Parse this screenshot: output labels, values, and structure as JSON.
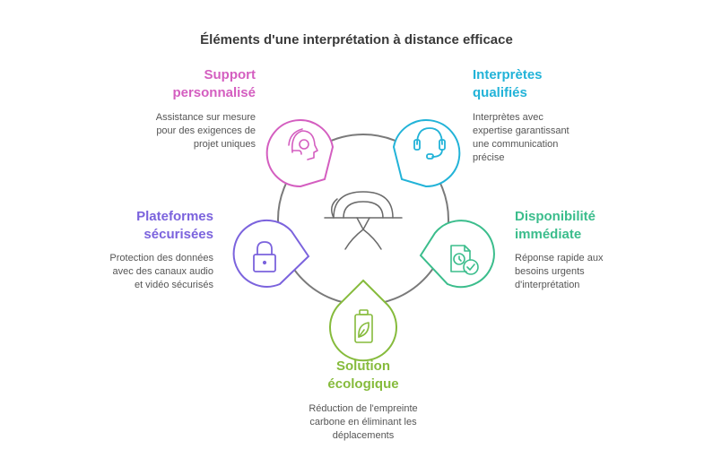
{
  "title": "Éléments d'une interprétation à distance efficace",
  "colors": {
    "pink": "#d45ec0",
    "cyan": "#22b3d8",
    "green": "#3bbd8c",
    "lime": "#86bb3c",
    "purple": "#7b63dd",
    "ring": "#7a7a7a"
  },
  "center_icon": "webcam-monitor-icon",
  "items": [
    {
      "key": "support",
      "heading": [
        "Support",
        "personnalisé"
      ],
      "description": [
        "Assistance sur mesure",
        "pour des exigences de",
        "projet uniques"
      ],
      "icon": "support-agent-icon",
      "color": "pink"
    },
    {
      "key": "interpreters",
      "heading": [
        "Interprètes",
        "qualifiés"
      ],
      "description": [
        "Interprètes avec",
        "expertise garantissant",
        "une communication",
        "précise"
      ],
      "icon": "headset-icon",
      "color": "cyan"
    },
    {
      "key": "availability",
      "heading": [
        "Disponibilité",
        "immédiate"
      ],
      "description": [
        "Réponse rapide aux",
        "besoins urgents",
        "d'interprétation"
      ],
      "icon": "document-clock-check-icon",
      "color": "green"
    },
    {
      "key": "eco",
      "heading": [
        "Solution",
        "écologique"
      ],
      "description": [
        "Réduction de l'empreinte",
        "carbone en éliminant les",
        "déplacements"
      ],
      "icon": "eco-battery-icon",
      "color": "lime"
    },
    {
      "key": "platforms",
      "heading": [
        "Plateformes",
        "sécurisées"
      ],
      "description": [
        "Protection des données",
        "avec des canaux audio",
        "et vidéo sécurisés"
      ],
      "icon": "padlock-icon",
      "color": "purple"
    }
  ]
}
